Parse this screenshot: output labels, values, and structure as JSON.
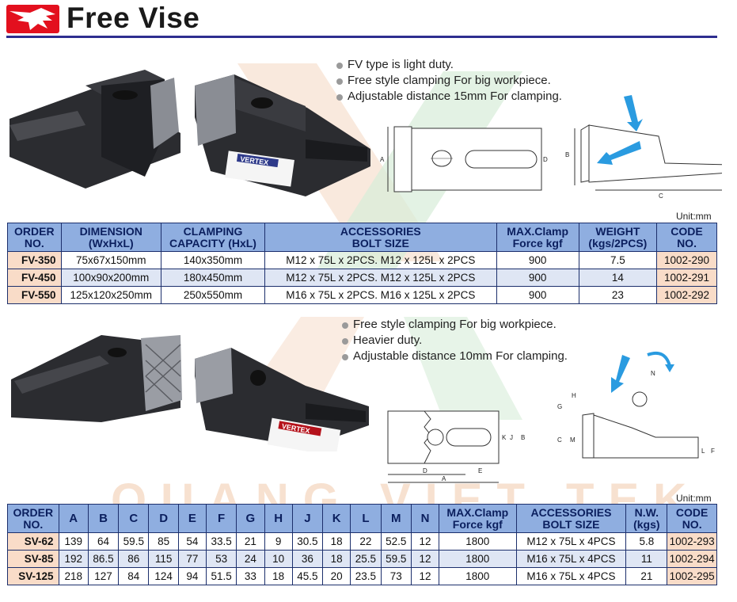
{
  "header": {
    "title": "Free Vise"
  },
  "watermark": {
    "text": "QUANG VIET TEK"
  },
  "fv": {
    "bullets": [
      "FV type is light duty.",
      "Free style clamping For big workpiece.",
      "Adjustable distance 15mm For clamping."
    ],
    "unit": "Unit:mm",
    "photo_brand": "VERTEX",
    "diagram_labels": {
      "a": "A",
      "d": "D",
      "b": "B",
      "c": "C"
    },
    "headers": [
      [
        "ORDER",
        "NO."
      ],
      [
        "DIMENSION",
        "(WxHxL)"
      ],
      [
        "CLAMPING",
        "CAPACITY (HxL)"
      ],
      [
        "ACCESSORIES",
        "BOLT SIZE"
      ],
      [
        "MAX.Clamp",
        "Force kgf"
      ],
      [
        "WEIGHT",
        "(kgs/2PCS)"
      ],
      [
        "CODE",
        "NO."
      ]
    ],
    "rows": [
      [
        "FV-350",
        "75x67x150mm",
        "140x350mm",
        "M12 x 75L x 2PCS. M12 x 125L x 2PCS",
        "900",
        "7.5",
        "1002-290"
      ],
      [
        "FV-450",
        "100x90x200mm",
        "180x450mm",
        "M12 x 75L x 2PCS. M12 x 125L x 2PCS",
        "900",
        "14",
        "1002-291"
      ],
      [
        "FV-550",
        "125x120x250mm",
        "250x550mm",
        "M16 x 75L x 2PCS. M16 x 125L x 2PCS",
        "900",
        "23",
        "1002-292"
      ]
    ]
  },
  "sv": {
    "bullets": [
      "Free style clamping For big workpiece.",
      "Heavier duty.",
      "Adjustable distance 10mm For clamping."
    ],
    "unit": "Unit:mm",
    "photo_brand": "VERTEX",
    "diagram_labels": {
      "k": "K",
      "j": "J",
      "b": "B",
      "d": "D",
      "e": "E",
      "a": "A",
      "g": "G",
      "h": "H",
      "n": "N",
      "c": "C",
      "m": "M",
      "l": "L",
      "f": "F"
    },
    "headers": [
      [
        "ORDER",
        "NO."
      ],
      [
        "A"
      ],
      [
        "B"
      ],
      [
        "C"
      ],
      [
        "D"
      ],
      [
        "E"
      ],
      [
        "F"
      ],
      [
        "G"
      ],
      [
        "H"
      ],
      [
        "J"
      ],
      [
        "K"
      ],
      [
        "L"
      ],
      [
        "M"
      ],
      [
        "N"
      ],
      [
        "MAX.Clamp",
        "Force kgf"
      ],
      [
        "ACCESSORIES",
        "BOLT SIZE"
      ],
      [
        "N.W.",
        "(kgs)"
      ],
      [
        "CODE",
        "NO."
      ]
    ],
    "rows": [
      [
        "SV-62",
        "139",
        "64",
        "59.5",
        "85",
        "54",
        "33.5",
        "21",
        "9",
        "30.5",
        "18",
        "22",
        "52.5",
        "12",
        "1800",
        "M12 x 75L x 4PCS",
        "5.8",
        "1002-293"
      ],
      [
        "SV-85",
        "192",
        "86.5",
        "86",
        "115",
        "77",
        "53",
        "24",
        "10",
        "36",
        "18",
        "25.5",
        "59.5",
        "12",
        "1800",
        "M16 x 75L x 4PCS",
        "11",
        "1002-294"
      ],
      [
        "SV-125",
        "218",
        "127",
        "84",
        "124",
        "94",
        "51.5",
        "33",
        "18",
        "45.5",
        "20",
        "23.5",
        "73",
        "12",
        "1800",
        "M16 x 75L x 4PCS",
        "21",
        "1002-295"
      ]
    ]
  },
  "colors": {
    "accent_blue": "#2e2e8f",
    "header_fill": "#8faee0",
    "code_fill": "#f9dcc8",
    "arrow": "#2a9be0",
    "logo_red": "#e3101e"
  }
}
